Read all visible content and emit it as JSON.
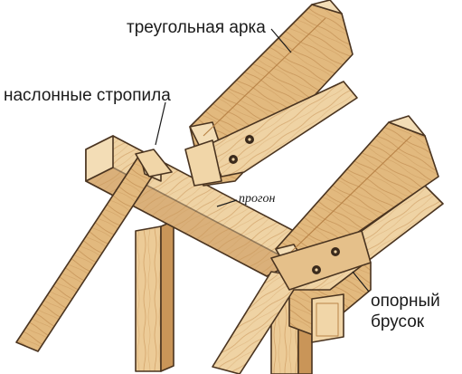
{
  "labels": {
    "triangular_arch": "треугольная арка",
    "rafters": "наслонные стропила",
    "purlin": "прогон",
    "support_beam_line1": "опорный",
    "support_beam_line2": "брусок"
  },
  "colors": {
    "wood_light": "#efd3a4",
    "wood_mid": "#e2b97e",
    "wood_dark": "#c99558",
    "outline": "#4a3420",
    "bolt": "#3a2a1c"
  }
}
